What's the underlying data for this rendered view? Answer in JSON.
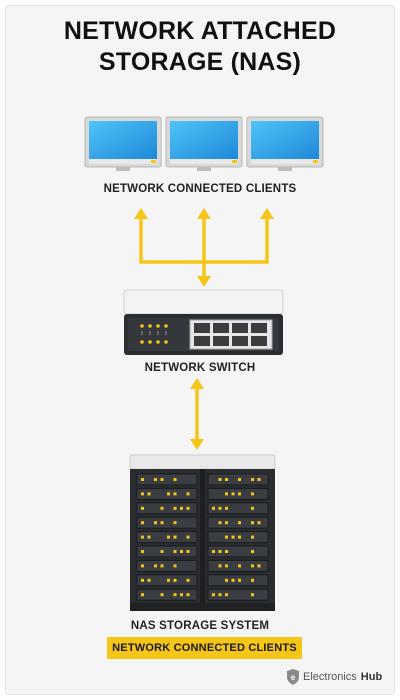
{
  "title": {
    "line1": "NETWORK ATTACHED",
    "line2": "STORAGE (NAS)"
  },
  "labels": {
    "clients": "NETWORK CONNECTED CLIENTS",
    "switch": "NETWORK SWITCH",
    "nas": "NAS STORAGE SYSTEM",
    "highlight": "NETWORK CONNECTED CLIENTS"
  },
  "brand": {
    "name_regular": "Electronics",
    "name_bold": "Hub",
    "icon": "shield-e-icon"
  },
  "colors": {
    "arrow": "#f5c518",
    "highlight": "#f5c518",
    "screen": "#27a4e0",
    "device_dark": "#2a2d30",
    "led": "#f5c518"
  },
  "nodes": [
    {
      "name": "clients",
      "icon": "monitor-icon",
      "count": 3
    },
    {
      "name": "switch",
      "icon": "switch-icon",
      "ports": 8
    },
    {
      "name": "nas",
      "icon": "server-rack-icon",
      "drive_bays": 18
    }
  ]
}
